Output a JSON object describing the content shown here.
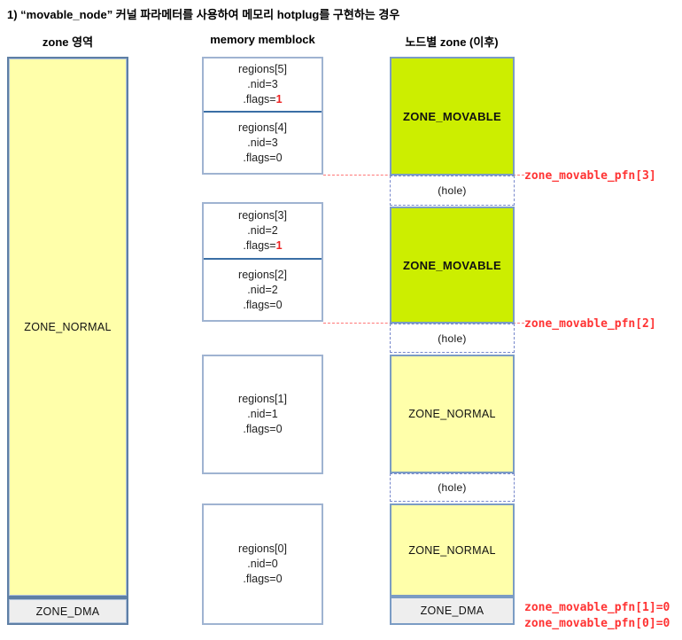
{
  "title": "1) “movable_node” 커널 파라메터를 사용하여 메모리 hotplug를 구현하는 경우",
  "left_column": {
    "header": "zone 영역",
    "normal_label": "ZONE_NORMAL",
    "dma_label": "ZONE_DMA"
  },
  "memblock": {
    "header": "memory memblock",
    "cells": [
      {
        "name": "regions[5]",
        "nid": ".nid=3",
        "flags_label": ".flags=",
        "flags_value": "1"
      },
      {
        "name": "regions[4]",
        "nid": ".nid=3",
        "flags_label": ".flags=",
        "flags_value": "0"
      },
      {
        "name": "regions[3]",
        "nid": ".nid=2",
        "flags_label": ".flags=",
        "flags_value": "1"
      },
      {
        "name": "regions[2]",
        "nid": ".nid=2",
        "flags_label": ".flags=",
        "flags_value": "0"
      },
      {
        "name": "regions[1]",
        "nid": ".nid=1",
        "flags_label": ".flags=",
        "flags_value": "0"
      },
      {
        "name": "regions[0]",
        "nid": ".nid=0",
        "flags_label": ".flags=",
        "flags_value": "0"
      }
    ]
  },
  "node_zones": {
    "header": "노드별 zone (이후)",
    "zones": [
      {
        "label": "ZONE_MOVABLE"
      },
      {
        "label": "(hole)"
      },
      {
        "label": "ZONE_MOVABLE"
      },
      {
        "label": "(hole)"
      },
      {
        "label": "ZONE_NORMAL"
      },
      {
        "label": "(hole)"
      },
      {
        "label": "ZONE_NORMAL"
      },
      {
        "label": "ZONE_DMA"
      }
    ]
  },
  "pfn_labels": [
    {
      "text": "zone_movable_pfn[3]"
    },
    {
      "text": "zone_movable_pfn[2]"
    },
    {
      "text": "zone_movable_pfn[1]=0"
    },
    {
      "text": "zone_movable_pfn[0]=0"
    }
  ],
  "colors": {
    "movable_fill": "#CCEE00",
    "normal_fill": "#FFFFAA",
    "dma_fill": "#EEEEEE",
    "box_border": "#7B9CC4",
    "hole_border": "#7788CC",
    "divider_blue": "#3A6EA5",
    "flag_red": "#EE2222",
    "pfn_red": "#FF3333",
    "connector_red": "#FF7777"
  }
}
